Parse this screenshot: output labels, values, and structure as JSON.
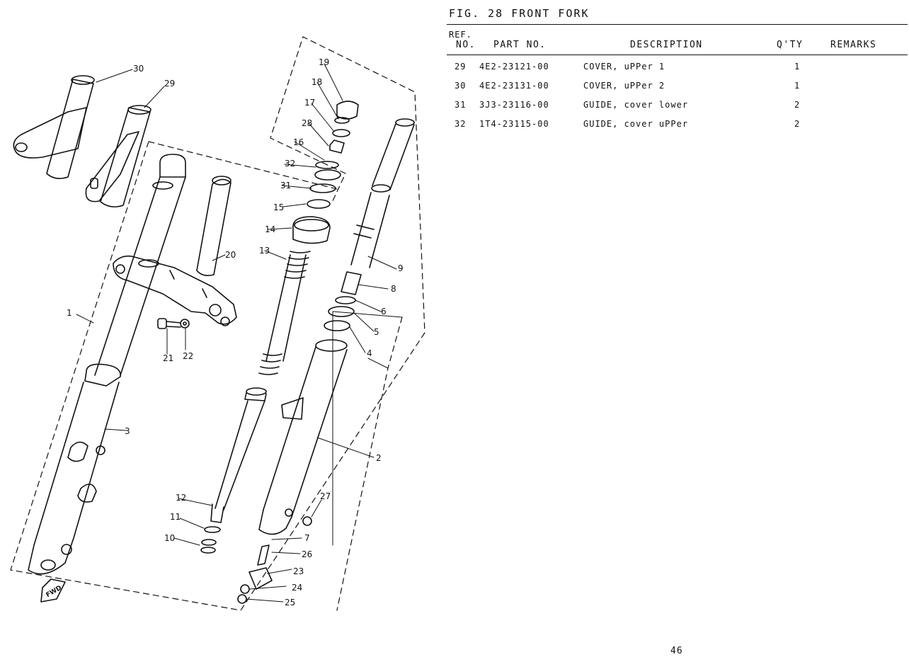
{
  "figure_title": "FIG. 28  FRONT FORK",
  "table": {
    "header_ref_line1": "REF.",
    "header_ref_line2": "NO.",
    "header_part_no": "PART NO.",
    "header_description": "DESCRIPTION",
    "header_qty": "Q'TY",
    "header_remarks": "REMARKS",
    "rows": [
      {
        "ref": "29",
        "part_no": "4E2-23121-00",
        "description": "COVER, uPPer 1",
        "qty": "1",
        "remarks": ""
      },
      {
        "ref": "30",
        "part_no": "4E2-23131-00",
        "description": "COVER, uPPer 2",
        "qty": "1",
        "remarks": ""
      },
      {
        "ref": "31",
        "part_no": "3J3-23116-00",
        "description": "GUIDE, cover lower",
        "qty": "2",
        "remarks": ""
      },
      {
        "ref": "32",
        "part_no": "1T4-23115-00",
        "description": "GUIDE, cover uPPer",
        "qty": "2",
        "remarks": ""
      }
    ]
  },
  "diagram": {
    "callouts": [
      "1",
      "2",
      "3",
      "4",
      "5",
      "6",
      "7",
      "8",
      "9",
      "10",
      "11",
      "12",
      "13",
      "14",
      "15",
      "16",
      "17",
      "18",
      "19",
      "20",
      "21",
      "22",
      "23",
      "24",
      "25",
      "26",
      "27",
      "28",
      "29",
      "30",
      "31",
      "32"
    ],
    "fwd_mark": "FWD"
  },
  "page_number": "46"
}
